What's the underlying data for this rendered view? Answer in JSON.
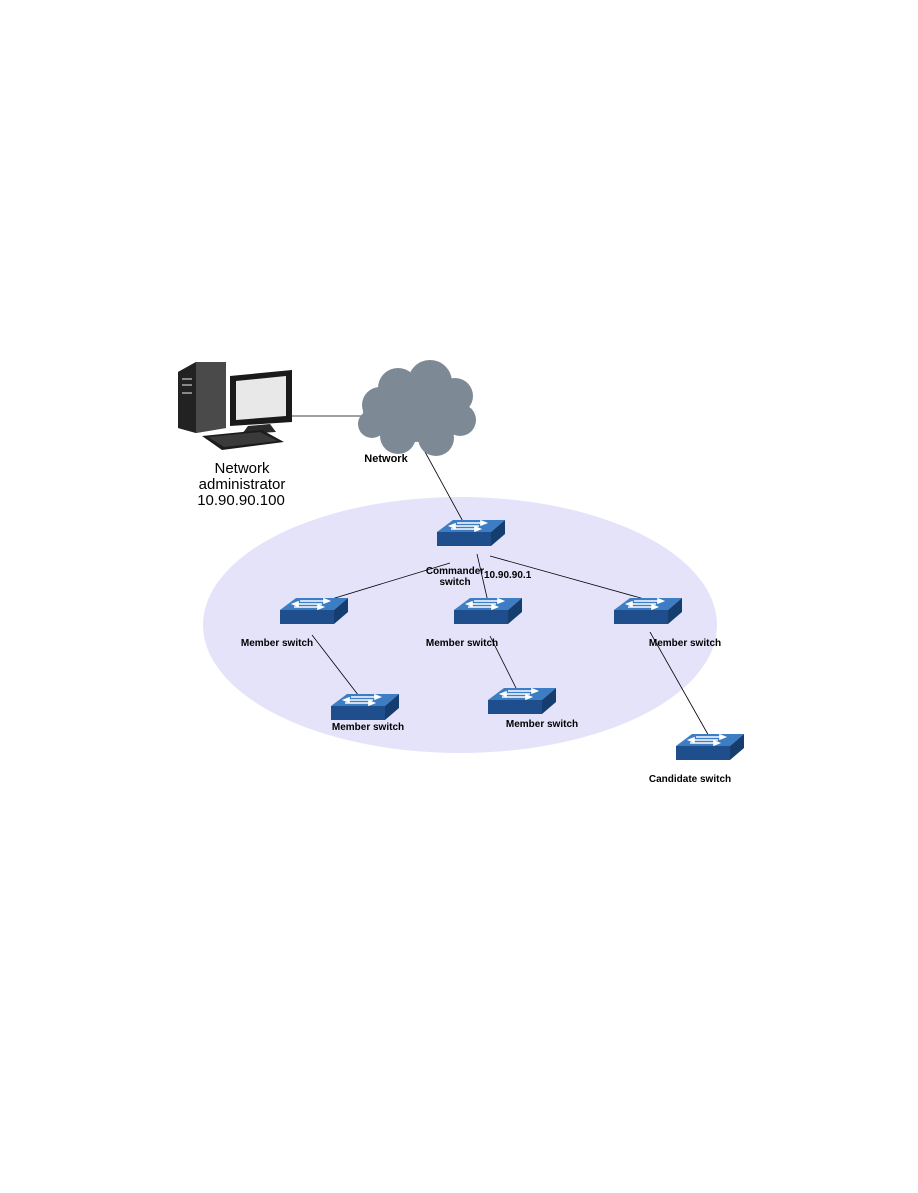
{
  "watermark": {
    "text": ""
  },
  "admin": {
    "label_line1": "Network",
    "label_line2": "administrator",
    "ip": "10.90.90.100"
  },
  "network": {
    "label": "Network"
  },
  "commander": {
    "label_line1": "Commander",
    "label_line2": "switch",
    "ip": "10.90.90.1"
  },
  "members": [
    {
      "label": "Member switch"
    },
    {
      "label": "Member switch"
    },
    {
      "label": "Member switch"
    },
    {
      "label": "Member switch"
    },
    {
      "label": "Member switch"
    }
  ],
  "candidate": {
    "label": "Candidate switch"
  },
  "colors": {
    "cluster_fill": "#e4e3fa",
    "switch_top": "#3d7dc4",
    "switch_side": "#1e4e8c",
    "cloud": "#7d8a95",
    "watermark": "#b9c3f5"
  }
}
